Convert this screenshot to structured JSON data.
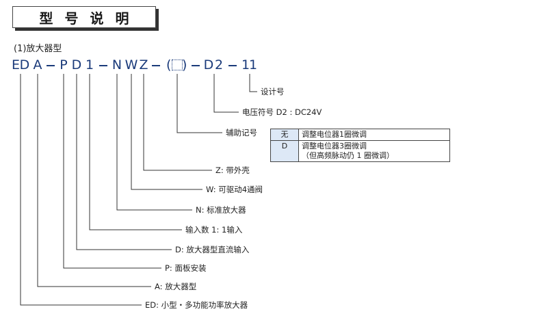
{
  "title": "型号说明",
  "subtitle": "(1)放大器型",
  "code": {
    "chars": [
      "E",
      "D",
      "A",
      "P",
      "D",
      "1",
      "N",
      "W",
      "Z",
      "(",
      ")",
      "D",
      "2",
      "1",
      "1"
    ],
    "blank": "□"
  },
  "labels": {
    "design": "设计号",
    "voltage": "电压符号  D2 : DC24V",
    "aux": "辅助记号",
    "z": "Z: 带外壳",
    "w": "W: 可驱动4通阀",
    "n": "N: 标准放大器",
    "inputs": "输入数   1:  1输入",
    "d": "D: 放大器型直流输入",
    "p": "P: 面板安装",
    "a": "A: 放大器型",
    "ed": "ED: 小型・多功能功率放大器"
  },
  "aux_table": {
    "rows": [
      {
        "code": "无",
        "desc": "调整电位器1圈微调",
        "note": ""
      },
      {
        "code": "D",
        "desc": "调整电位器3圈微调",
        "note": "（但高频脉动仍 1 圈微调）"
      }
    ]
  },
  "colors": {
    "code_blue": "#1a3a7a",
    "table_code_bg": "#dde8f6"
  }
}
